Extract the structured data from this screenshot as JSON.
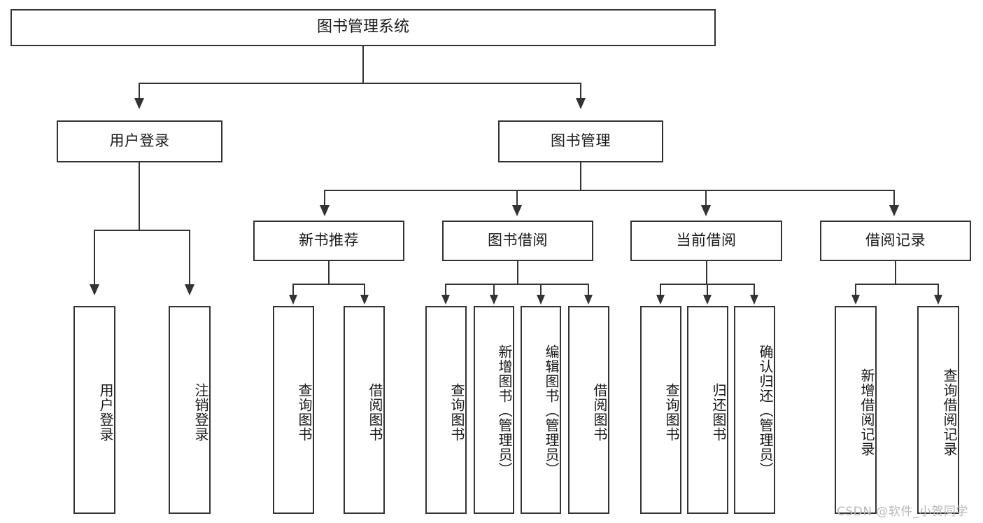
{
  "diagram": {
    "type": "tree-hierarchy-chart",
    "title": "图书管理系统",
    "line_color": "#333333",
    "box_fill": "#ffffff",
    "text_color": "#1a1a1a",
    "root": {
      "label": "图书管理系统"
    },
    "level2": [
      {
        "label": "用户登录"
      },
      {
        "label": "图书管理"
      }
    ],
    "level3": [
      {
        "label": "新书推荐"
      },
      {
        "label": "图书借阅"
      },
      {
        "label": "当前借阅"
      },
      {
        "label": "借阅记录"
      }
    ],
    "leaves": {
      "user_login": [
        {
          "label": "用户登录"
        },
        {
          "label": "注销登录"
        }
      ],
      "new_book_recommend": [
        {
          "label": "查询图书"
        },
        {
          "label": "借阅图书"
        }
      ],
      "book_borrow": [
        {
          "label": "查询图书"
        },
        {
          "label": "新增图书（管理员）"
        },
        {
          "label": "编辑图书（管理员）"
        },
        {
          "label": "借阅图书"
        }
      ],
      "current_borrow": [
        {
          "label": "查询图书"
        },
        {
          "label": "归还图书"
        },
        {
          "label": "确认归还（管理员）"
        }
      ],
      "borrow_record": [
        {
          "label": "新增借阅记录"
        },
        {
          "label": "查询借阅记录"
        }
      ]
    }
  },
  "watermark": {
    "text": "CSDN @软件_小贺同学",
    "color": "#b9b9b9"
  }
}
